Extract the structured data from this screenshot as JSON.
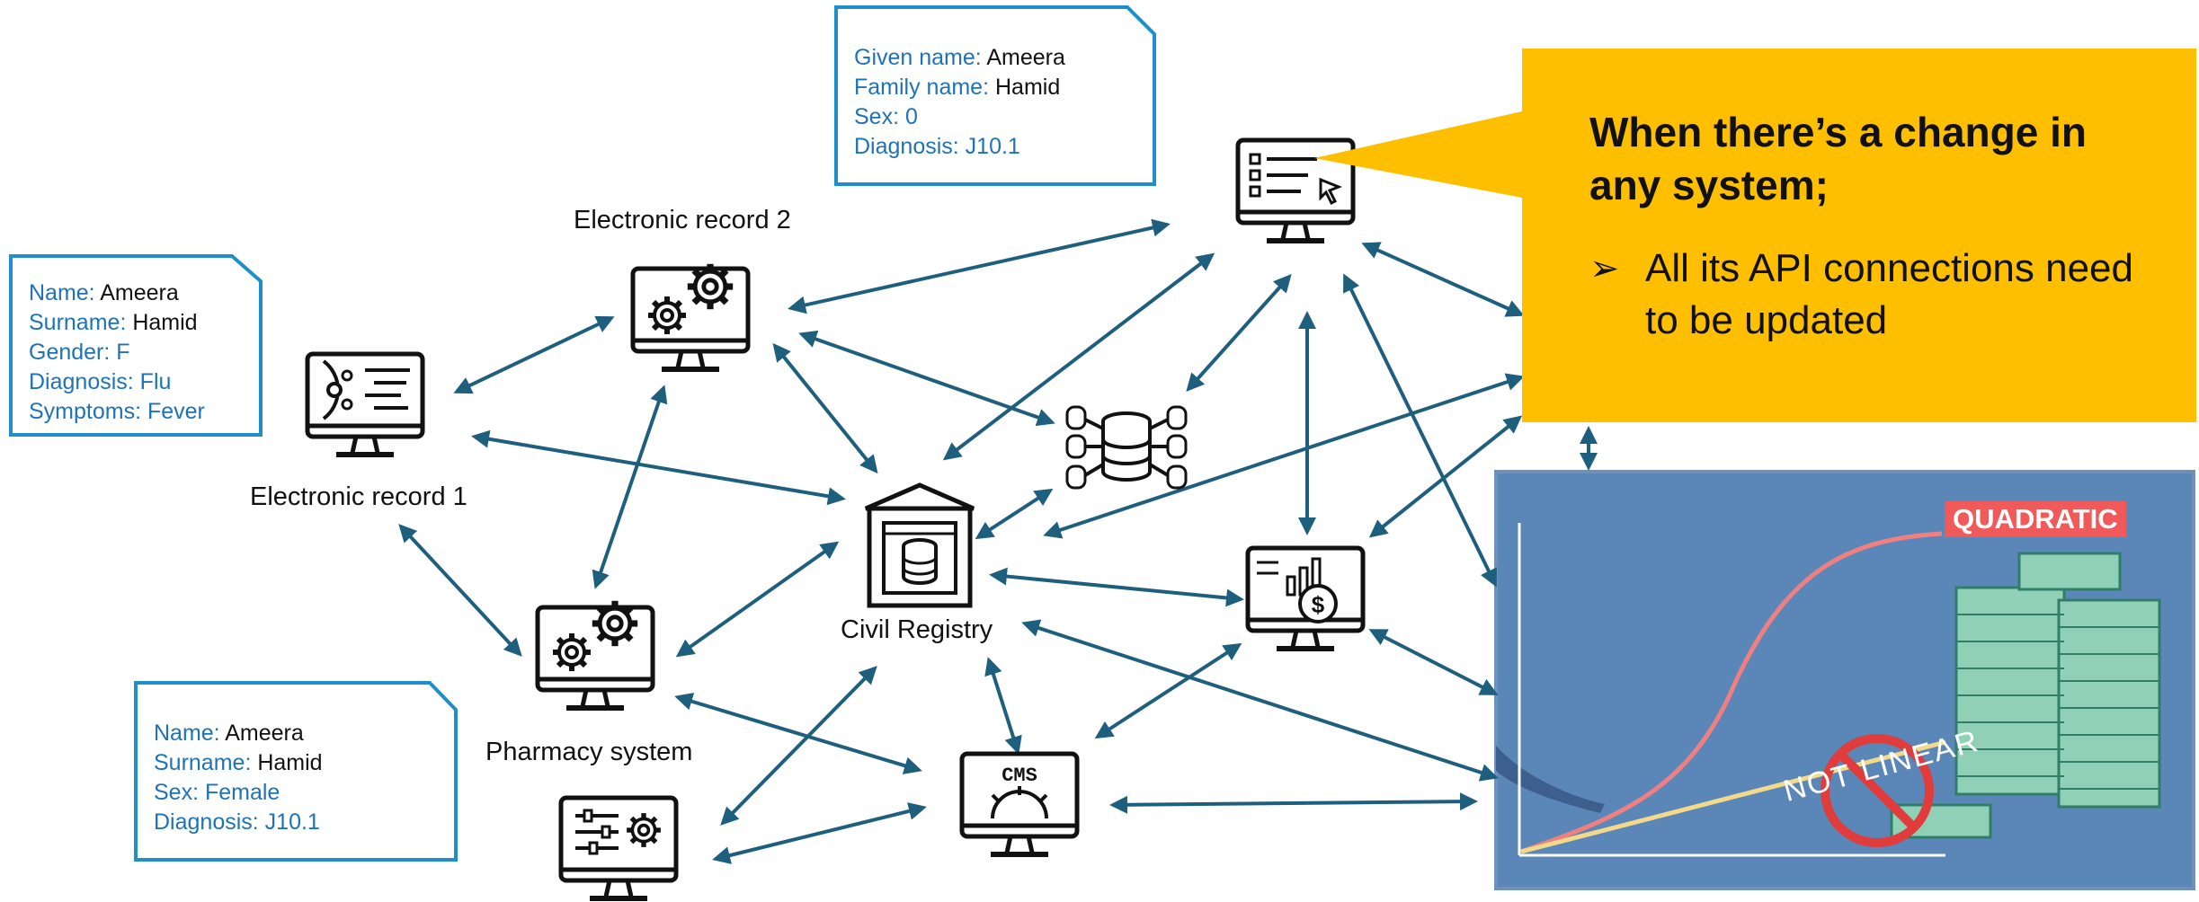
{
  "nodes": {
    "electronic_record_1": "Electronic record 1",
    "electronic_record_2": "Electronic record 2",
    "civil_registry": "Civil Registry",
    "pharmacy_system": "Pharmacy system",
    "cms_screen_text": "CMS"
  },
  "records": {
    "record_1": {
      "rows": [
        {
          "key": "Name:",
          "value": "Ameera"
        },
        {
          "key": "Surname:",
          "value": "Hamid"
        },
        {
          "key": "Gender: F",
          "value": ""
        },
        {
          "key": "Diagnosis: Flu",
          "value": ""
        },
        {
          "key": "Symptoms: Fever",
          "value": ""
        }
      ]
    },
    "record_2": {
      "rows": [
        {
          "key": "Given name:",
          "value": "Ameera"
        },
        {
          "key": "Family name:",
          "value": "Hamid"
        },
        {
          "key": "Sex: 0",
          "value": ""
        },
        {
          "key": "Diagnosis: J10.1",
          "value": ""
        }
      ]
    },
    "record_3": {
      "rows": [
        {
          "key": "Name:",
          "value": "Ameera"
        },
        {
          "key": "Surname:",
          "value": "Hamid"
        },
        {
          "key": "Sex: Female",
          "value": ""
        },
        {
          "key": "Diagnosis: J10.1",
          "value": ""
        }
      ]
    }
  },
  "callout": {
    "heading": "When there’s a change in any system;",
    "bullet": "All its API connections need to be updated",
    "bullet_marker": "➢"
  },
  "inset": {
    "quadratic_label": "QUADRATIC",
    "not_linear_label": "NOT LINEAR"
  },
  "colors": {
    "arrow": "#1f5f7e",
    "record_border": "#1e8fc8",
    "record_key": "#1e73b8",
    "callout_bg": "#fdbf00",
    "inset_bg": "#5b86b8",
    "quadratic_line": "#f08080",
    "linear_line": "#f3d98a",
    "money_green": "#8fd0b6",
    "prohibition_red": "#e03c3c"
  },
  "icons": {
    "record_1_icon": "monitor-circuit-icon",
    "record_2_icon": "monitor-gears-icon",
    "pharmacy_icon": "monitor-gears-icon",
    "civil_registry_icon": "database-building-icon",
    "cloud_db_icon": "database-network-icon",
    "top_monitor_icon": "monitor-list-cursor-icon",
    "finance_icon": "monitor-dollar-chart-icon",
    "cms_icon": "monitor-cms-icon",
    "settings_monitor_icon": "monitor-sliders-icon"
  }
}
